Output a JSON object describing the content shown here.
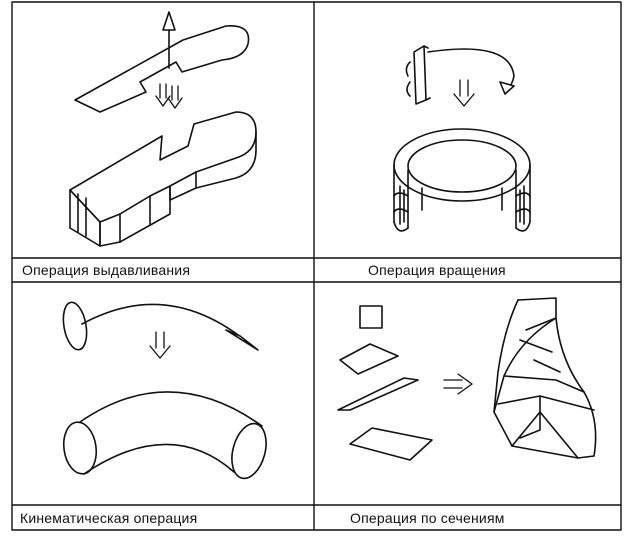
{
  "panels": [
    {
      "caption": "Операция выдавливания"
    },
    {
      "caption": "Операция вращения"
    },
    {
      "caption": "Кинематическая операция"
    },
    {
      "caption": "Операция  по сечениям"
    }
  ]
}
